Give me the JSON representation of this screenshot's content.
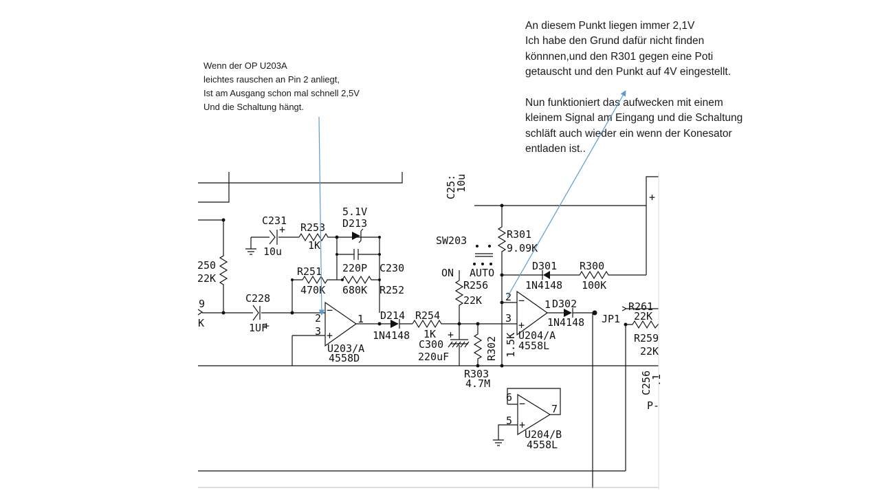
{
  "annotations": {
    "left": [
      "Wenn der OP U203A",
      "leichtes rauschen an Pin 2 anliegt,",
      "Ist am Ausgang schon mal schnell 2,5V",
      "Und die Schaltung hängt."
    ],
    "right": [
      "An diesem Punkt liegen immer 2,1V",
      "Ich habe den Grund dafür nicht finden",
      "könnnen,und den R301 gegen eine Poti",
      "getauscht und den Punkt auf 4V eingestellt.",
      "",
      "Nun funktioniert das aufwecken mit einem",
      "kleinem Signal am Eingang und die Schaltung",
      "schläft auch wieder ein wenn der Konesator",
      "entladen ist.."
    ]
  },
  "schematic": {
    "c231": "C231",
    "c231_val": "10u",
    "r253": "R253",
    "r253_val": "1K",
    "d213_v": "5.1V",
    "d213": "D213",
    "c230_val": "220P",
    "c230": "C230",
    "r251": "R251",
    "r251_val": "470K",
    "r252_val": "680K",
    "r252": "R252",
    "r250": "250",
    "r250_val": "22K",
    "pin9": "9",
    "k": "K",
    "c228": "C228",
    "c228_val": "1UF",
    "u203_pin2": "2",
    "u203_pin3": "3",
    "u203_pin1": "1",
    "u203": "U203/A",
    "u203_type": "4558D",
    "d214": "D214",
    "d214_val": "1N4148",
    "r254": "R254",
    "r254_val": "1K",
    "c300": "C300",
    "c300_val": "220uF",
    "r302": "R302",
    "r302_val": "1.5K",
    "r303": "R303",
    "r303_val": "4.7M",
    "c25": "C25:",
    "c25_val": "10u",
    "sw203": "SW203",
    "on": "ON",
    "auto": "AUTO",
    "r256": "R256",
    "r256_val": "22K",
    "r301": "R301",
    "r301_val": "9.09K",
    "d301": "D301",
    "d301_val": "1N4148",
    "r300": "R300",
    "r300_val": "100K",
    "u204a_pin2": "2",
    "u204a_pin3": "3",
    "u204a_pin1": "1",
    "u204a": "U204/A",
    "u204a_type": "4558L",
    "d302": "D302",
    "d302_val": "1N4148",
    "jp1": "JP1",
    "r261": "R261",
    "r261_val": "22K",
    "r259": "R259",
    "r259_val": "22K",
    "c256": "C256",
    "c256_val": ".1",
    "p_label": "P-",
    "plus": "+",
    "u204b_pin6": "6",
    "u204b_pin5": "5",
    "u204b_pin7": "7",
    "u204b": "U204/B",
    "u204b_type": "4558L"
  }
}
